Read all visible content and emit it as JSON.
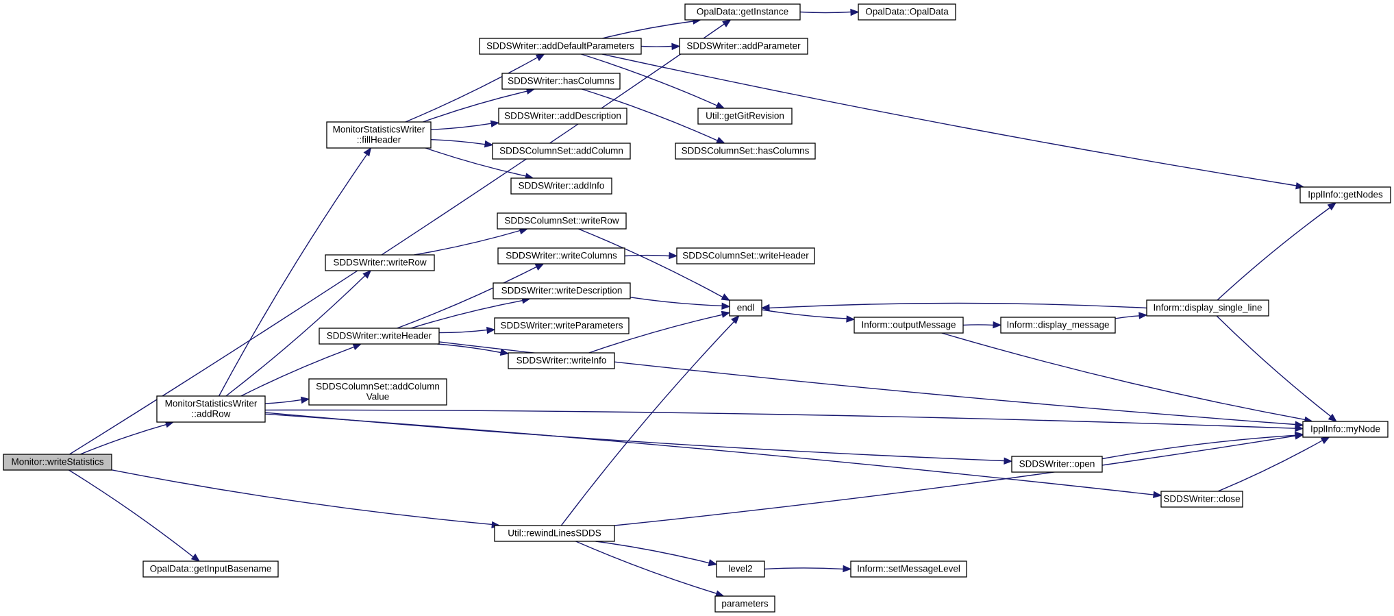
{
  "nodes": {
    "n_root": [
      "Monitor::writeStatistics"
    ],
    "n_getInstance": [
      "OpalData::getInstance"
    ],
    "n_opalData": [
      "OpalData::OpalData"
    ],
    "n_addDefParams": [
      "SDDSWriter::addDefaultParameters"
    ],
    "n_addParameter": [
      "SDDSWriter::addParameter"
    ],
    "n_hasColumns": [
      "SDDSWriter::hasColumns"
    ],
    "n_gitRev": [
      "Util::getGitRevision"
    ],
    "n_fillHeader": [
      "MonitorStatisticsWriter",
      "::fillHeader"
    ],
    "n_addDescription": [
      "SDDSWriter::addDescription"
    ],
    "n_colAddColumn": [
      "SDDSColumnSet::addColumn"
    ],
    "n_colHasColumns": [
      "SDDSColumnSet::hasColumns"
    ],
    "n_addInfo": [
      "SDDSWriter::addInfo"
    ],
    "n_getNodes": [
      "IpplInfo::getNodes"
    ],
    "n_colWriteRow": [
      "SDDSColumnSet::writeRow"
    ],
    "n_writeRow": [
      "SDDSWriter::writeRow"
    ],
    "n_writeColumns": [
      "SDDSWriter::writeColumns"
    ],
    "n_colWriteHeader": [
      "SDDSColumnSet::writeHeader"
    ],
    "n_writeDescription": [
      "SDDSWriter::writeDescription"
    ],
    "n_endl": [
      "endl"
    ],
    "n_displaySingle": [
      "Inform::display_single_line"
    ],
    "n_writeHeader": [
      "SDDSWriter::writeHeader"
    ],
    "n_writeParameters": [
      "SDDSWriter::writeParameters"
    ],
    "n_outputMessage": [
      "Inform::outputMessage"
    ],
    "n_displayMessage": [
      "Inform::display_message"
    ],
    "n_writeInfo": [
      "SDDSWriter::writeInfo"
    ],
    "n_colAddColumnValue": [
      "SDDSColumnSet::addColumn",
      "Value"
    ],
    "n_addRow": [
      "MonitorStatisticsWriter",
      "::addRow"
    ],
    "n_myNode": [
      "IpplInfo::myNode"
    ],
    "n_open": [
      "SDDSWriter::open"
    ],
    "n_close": [
      "SDDSWriter::close"
    ],
    "n_rewind": [
      "Util::rewindLinesSDDS"
    ],
    "n_level2": [
      "level2"
    ],
    "n_setMsgLevel": [
      "Inform::setMessageLevel"
    ],
    "n_getInputBasename": [
      "OpalData::getInputBasename"
    ],
    "n_parameters": [
      "parameters"
    ]
  },
  "edges": [
    [
      "n_root",
      "n_getInstance"
    ],
    [
      "n_root",
      "n_addRow"
    ],
    [
      "n_root",
      "n_rewind"
    ],
    [
      "n_root",
      "n_getInputBasename"
    ],
    [
      "n_getInstance",
      "n_opalData"
    ],
    [
      "n_addDefParams",
      "n_getInstance"
    ],
    [
      "n_addDefParams",
      "n_addParameter"
    ],
    [
      "n_addDefParams",
      "n_gitRev"
    ],
    [
      "n_addDefParams",
      "n_getNodes"
    ],
    [
      "n_hasColumns",
      "n_colHasColumns"
    ],
    [
      "n_fillHeader",
      "n_addDefParams"
    ],
    [
      "n_fillHeader",
      "n_hasColumns"
    ],
    [
      "n_fillHeader",
      "n_addDescription"
    ],
    [
      "n_fillHeader",
      "n_colAddColumn"
    ],
    [
      "n_fillHeader",
      "n_addInfo"
    ],
    [
      "n_addRow",
      "n_fillHeader"
    ],
    [
      "n_addRow",
      "n_writeRow"
    ],
    [
      "n_addRow",
      "n_writeHeader"
    ],
    [
      "n_addRow",
      "n_colAddColumnValue"
    ],
    [
      "n_addRow",
      "n_myNode"
    ],
    [
      "n_addRow",
      "n_open"
    ],
    [
      "n_addRow",
      "n_close"
    ],
    [
      "n_writeRow",
      "n_colWriteRow"
    ],
    [
      "n_colWriteRow",
      "n_endl"
    ],
    [
      "n_writeHeader",
      "n_writeColumns"
    ],
    [
      "n_writeHeader",
      "n_writeDescription"
    ],
    [
      "n_writeHeader",
      "n_writeParameters"
    ],
    [
      "n_writeHeader",
      "n_writeInfo"
    ],
    [
      "n_writeHeader",
      "n_myNode"
    ],
    [
      "n_writeColumns",
      "n_colWriteHeader"
    ],
    [
      "n_writeDescription",
      "n_endl"
    ],
    [
      "n_writeInfo",
      "n_endl"
    ],
    [
      "n_endl",
      "n_outputMessage"
    ],
    [
      "n_outputMessage",
      "n_displayMessage"
    ],
    [
      "n_outputMessage",
      "n_myNode"
    ],
    [
      "n_displayMessage",
      "n_displaySingle"
    ],
    [
      "n_displaySingle",
      "n_endl"
    ],
    [
      "n_displaySingle",
      "n_getNodes"
    ],
    [
      "n_displaySingle",
      "n_myNode"
    ],
    [
      "n_open",
      "n_myNode"
    ],
    [
      "n_close",
      "n_myNode"
    ],
    [
      "n_rewind",
      "n_endl"
    ],
    [
      "n_rewind",
      "n_myNode"
    ],
    [
      "n_rewind",
      "n_level2"
    ],
    [
      "n_rewind",
      "n_parameters"
    ],
    [
      "n_level2",
      "n_setMsgLevel"
    ]
  ],
  "colors": {
    "edge": "#191970",
    "node_border": "#000000",
    "node_fill": "#ffffff",
    "root_fill": "#bfbfbf"
  }
}
